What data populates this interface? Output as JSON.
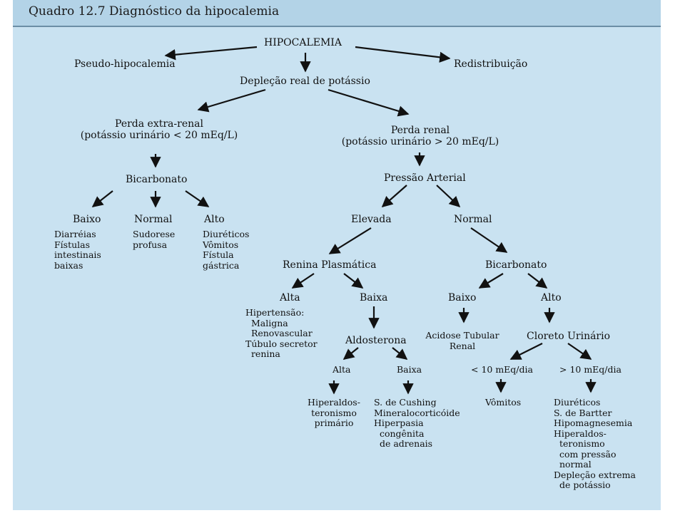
{
  "title": "Quadro 12.7 Diagnóstico da hipocalemia",
  "nodes": {
    "root": "HIPOCALEMIA",
    "pseudo": "Pseudo-hipocalemia",
    "redistrib": "Redistribuição",
    "deplecao": "Depleção real de potássio",
    "extra_renal": "Perda extra-renal\n(potássio urinário < 20 mEq/L)",
    "renal": "Perda renal\n(potássio urinário > 20 mEq/L)",
    "bicarb_left": "Bicarbonato",
    "baixo_left": "Baixo",
    "normal_left": "Normal",
    "alto_left": "Alto",
    "baixo_left_causes": "Diarréias\nFístulas\nintestinais\nbaixas",
    "normal_left_causes": "Sudorese\nprofusa",
    "alto_left_causes": "Diuréticos\nVômitos\nFístula\ngástrica",
    "pressao": "Pressão Arterial",
    "elevada": "Elevada",
    "normal_pa": "Normal",
    "renina": "Renina Plasmática",
    "bicarb_right": "Bicarbonato",
    "renina_alta": "Alta",
    "renina_baixa": "Baixa",
    "renina_alta_causes": "Hipertensão:\n  Maligna\n  Renovascular\nTúbulo secretor\n  renina",
    "aldosterona": "Aldosterona",
    "bicarb_baixo": "Baixo",
    "bicarb_alto": "Alto",
    "acidose": "Acidose Tubular\nRenal",
    "cloreto": "Cloreto Urinário",
    "aldo_alta": "Alta",
    "aldo_baixa": "Baixa",
    "aldo_alta_causes": "Hiperaldos-\nteronismo\nprimário",
    "aldo_baixa_causes": "S. de Cushing\nMineralocorticóide\nHiperpasia\n  congênita\n  de adrenais",
    "lt10": "< 10 mEq/dia",
    "gt10": "> 10 mEq/dia",
    "vomitos": "Vômitos",
    "gt10_causes": "Diuréticos\nS. de Bartter\nHipomagnesemia\nHiperaldos-\n  teronismo\n  com pressão\n  normal\nDepleção extrema\n  de potássio"
  },
  "colors": {
    "panel": "#c9e2f1",
    "header": "#b3d3e7",
    "border": "#6b8ea6",
    "ink": "#111111"
  }
}
